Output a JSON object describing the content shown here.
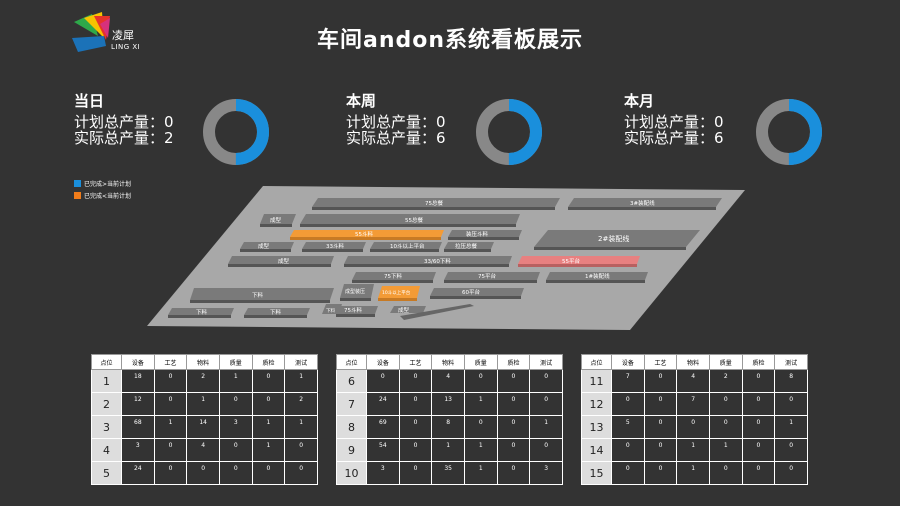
{
  "logo": {
    "name": "凌犀",
    "sub": "LING XI"
  },
  "title": "车间andon系统看板展示",
  "stats": [
    {
      "head": "当日",
      "plan": "计划总产量：0",
      "actual": "实际总产量：2"
    },
    {
      "head": "本周",
      "plan": "计划总产量：0",
      "actual": "实际总产量：6"
    },
    {
      "head": "本月",
      "plan": "计划总产量：0",
      "actual": "实际总产量：6"
    }
  ],
  "donut_progress": [
    0.5,
    0.5,
    0.5
  ],
  "legend": [
    {
      "label": "已完成>当前计划",
      "color": "#1a8fdc"
    },
    {
      "label": "已完成<当前计划",
      "color": "#f07c1a"
    }
  ],
  "colors": {
    "done": "#1a8fdc",
    "remain": "#888888",
    "warn": "#f39b36",
    "alert": "#e88080"
  },
  "floor_labels": {
    "t75_top": "75总餐",
    "t55": "55总餐",
    "sel": "3#装配线",
    "chengxing1": "成型",
    "s55": "55斗料",
    "fengge55": "装压斗料",
    "chengxing2": "成型",
    "s33": "33斗料",
    "s10": "10斗以上平台",
    "ls_zong": "拉压总餐",
    "line2": "2#装配线",
    "chengxing3": "成型",
    "s3360": "33/60下料",
    "fp55": "55平台",
    "l75": "75下料",
    "p75": "75平台",
    "line1": "1#装配线",
    "xialiao": "下料",
    "cheng4": "成型装压",
    "s10b": "10斗以上平台",
    "p60": "60平台",
    "x1": "下料",
    "x2": "下料",
    "x3": "下料",
    "s75": "75斗料",
    "chengxing5": "成型"
  },
  "table_headers": [
    "点位",
    "设备",
    "工艺",
    "物料",
    "质量",
    "质检",
    "测试"
  ],
  "tables": [
    [
      [
        "1",
        "18",
        "0",
        "2",
        "1",
        "0",
        "1"
      ],
      [
        "2",
        "12",
        "0",
        "1",
        "0",
        "0",
        "2"
      ],
      [
        "3",
        "68",
        "1",
        "14",
        "3",
        "1",
        "1"
      ],
      [
        "4",
        "3",
        "0",
        "4",
        "0",
        "1",
        "0"
      ],
      [
        "5",
        "24",
        "0",
        "0",
        "0",
        "0",
        "0"
      ]
    ],
    [
      [
        "6",
        "0",
        "0",
        "4",
        "0",
        "0",
        "0"
      ],
      [
        "7",
        "24",
        "0",
        "13",
        "1",
        "0",
        "0"
      ],
      [
        "8",
        "69",
        "0",
        "8",
        "0",
        "0",
        "1"
      ],
      [
        "9",
        "54",
        "0",
        "1",
        "1",
        "0",
        "0"
      ],
      [
        "10",
        "3",
        "0",
        "35",
        "1",
        "0",
        "3"
      ]
    ],
    [
      [
        "11",
        "7",
        "0",
        "4",
        "2",
        "0",
        "8"
      ],
      [
        "12",
        "0",
        "0",
        "7",
        "0",
        "0",
        "0"
      ],
      [
        "13",
        "5",
        "0",
        "0",
        "0",
        "0",
        "1"
      ],
      [
        "14",
        "0",
        "0",
        "1",
        "1",
        "0",
        "0"
      ],
      [
        "15",
        "0",
        "0",
        "1",
        "0",
        "0",
        "0"
      ]
    ]
  ]
}
